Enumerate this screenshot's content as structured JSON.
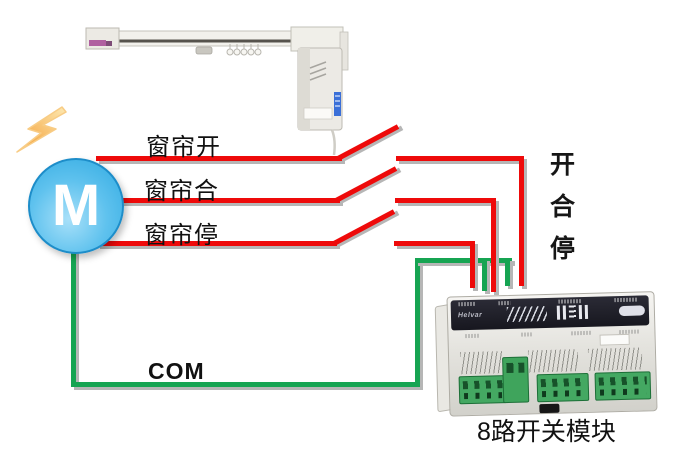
{
  "motor": {
    "symbol": "M"
  },
  "wires": [
    {
      "name": "curtain-open",
      "label": "窗帘开"
    },
    {
      "name": "curtain-close",
      "label": "窗帘合"
    },
    {
      "name": "curtain-stop",
      "label": "窗帘停"
    }
  ],
  "com": {
    "label": "COM"
  },
  "side_caption": {
    "chars": [
      "开",
      "合",
      "停"
    ]
  },
  "module": {
    "brand": "Helvar",
    "caption": "8路开关模块"
  },
  "colors": {
    "wire-red": "#ee0a0a",
    "wire-green": "#16a452",
    "shadow-gray": "#b6b6b6",
    "motor-blue": "#2fa9e1",
    "motor-blue-light": "#a8e0f9",
    "bolt-orange": "#f39a2e",
    "bolt-light": "#fde9b2",
    "terminal-green": "#44a862"
  }
}
